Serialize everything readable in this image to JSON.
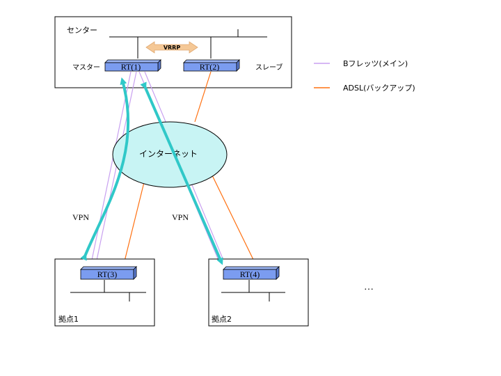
{
  "center": {
    "label": "センター",
    "master_label": "マスター",
    "slave_label": "スレーブ",
    "vrrp_label": "VRRP"
  },
  "routers": {
    "rt1": "RT(1)",
    "rt2": "RT(2)",
    "rt3": "RT(3)",
    "rt4": "RT(4)"
  },
  "internet": {
    "label": "インターネット"
  },
  "sites": {
    "site1": "拠点1",
    "site2": "拠点2"
  },
  "vpn": {
    "left": "VPN",
    "right": "VPN"
  },
  "legend": {
    "items": [
      {
        "label": "Bフレッツ(メイン)",
        "color": "#c8a0f0"
      },
      {
        "label": "ADSL(バックアップ)",
        "color": "#ff7010"
      }
    ]
  },
  "ellipsis": "…",
  "colors": {
    "router_fill": "#7b9cf0",
    "internet_fill": "#c8f4f4",
    "vpn_arrow": "#30c8c8",
    "vrrp_arrow": "#f5c896"
  }
}
